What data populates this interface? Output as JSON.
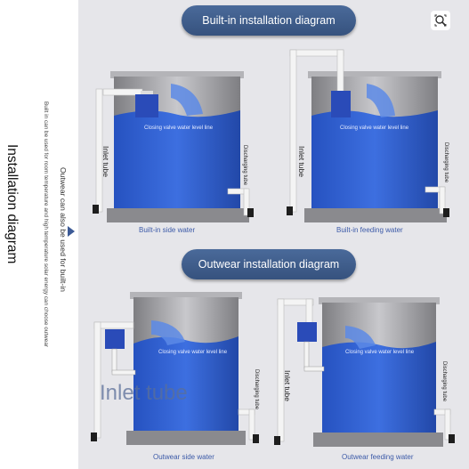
{
  "side_panel": {
    "title": "Installation diagram",
    "note_outwear": "Outwear can also be used for built-in",
    "note_builtin": "Built in can be used for room temperature and high temperature solar energy can choose outwear",
    "marker_color": "#3c5a96"
  },
  "builtin_section": {
    "heading": "Built-in installation diagram",
    "panels": [
      {
        "caption": "Built-in side water",
        "inlet_label": "Inlet tube",
        "discharge_label": "Discharging tube",
        "water_line_label": "Closing valve water level line"
      },
      {
        "caption": "Built-in feeding water",
        "inlet_label": "Inlet tube",
        "discharge_label": "Discharging tube",
        "water_line_label": "Closing valve water level line"
      }
    ]
  },
  "outwear_section": {
    "heading": "Outwear installation diagram",
    "overlay_text": "Inlet tube",
    "panels": [
      {
        "caption": "Outwear side water",
        "inlet_label": "",
        "discharge_label": "Discharging tube",
        "water_line_label": "Closing valve water level line"
      },
      {
        "caption": "Outwear feeding water",
        "inlet_label": "Inlet tube",
        "discharge_label": "Discharging tube",
        "water_line_label": "Closing valve water level line"
      }
    ]
  },
  "colors": {
    "water": "#2f5fd0",
    "water_light": "#5c8ae6",
    "tank_metal": "#9a9a9e",
    "base": "#8a8a8e",
    "pill": "#3e5d8f",
    "pipe": "#f4f4f4",
    "valve": "#1e1e1e"
  },
  "icons": [
    "lens-search-icon",
    "triangle-pointer-icon",
    "float-valve-icon",
    "valve-handle-icon"
  ]
}
